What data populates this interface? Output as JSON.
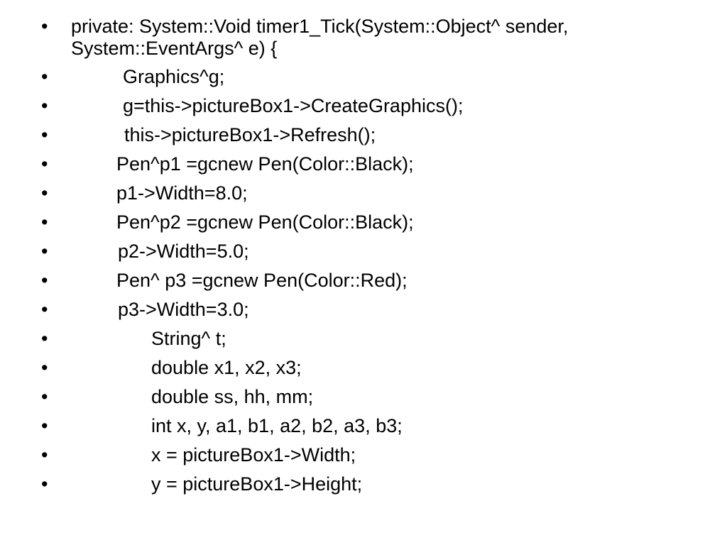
{
  "slide": {
    "bullet_glyph": "•",
    "lines": [
      "private: System::Void timer1_Tick(System::Object^ sender, System::EventArgs^  e) {",
      "Graphics^g;",
      "g=this->pictureBox1->CreateGraphics();",
      "this->pictureBox1->Refresh();",
      "Pen^p1 =gcnew Pen(Color::Black);",
      "p1->Width=8.0;",
      "Pen^p2 =gcnew Pen(Color::Black);",
      "p2->Width=5.0;",
      "Pen^ p3 =gcnew Pen(Color::Red);",
      "p3->Width=3.0;",
      "String^ t;",
      "double x1, x2, x3;",
      "double ss, hh, mm;",
      "int x, y, a1, b1, a2, b2, a3, b3;",
      "x = pictureBox1->Width;",
      "y = pictureBox1->Height;"
    ]
  }
}
